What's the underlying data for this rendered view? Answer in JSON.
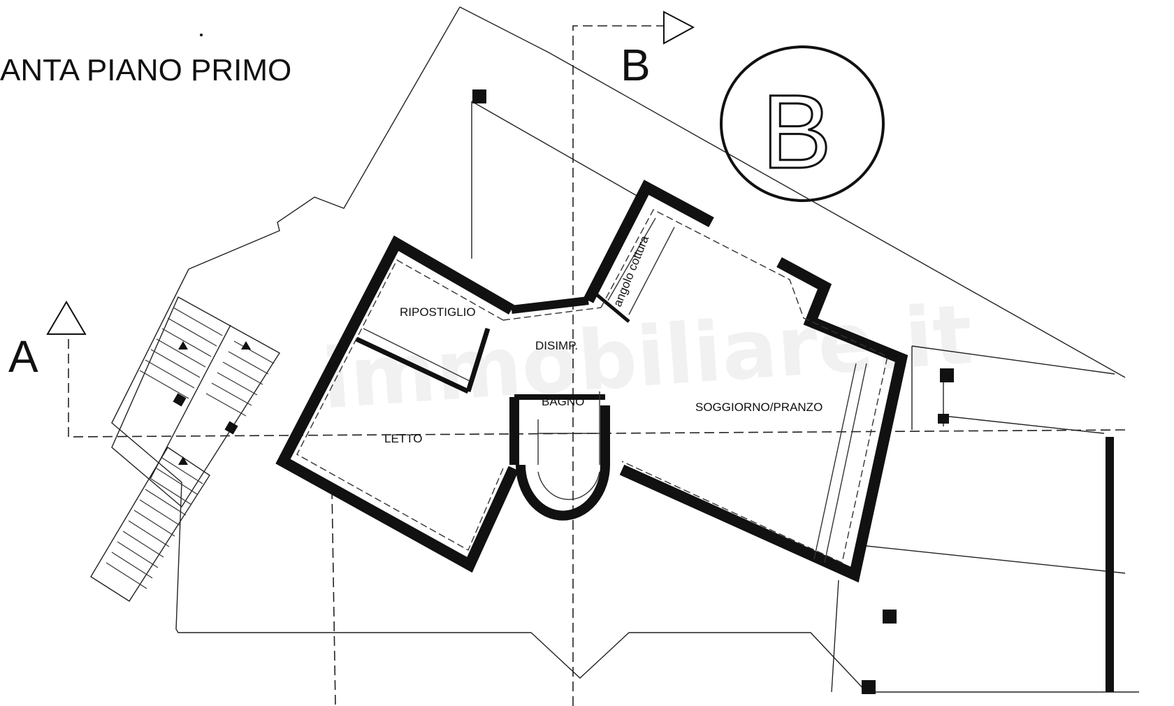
{
  "title": "ANTA PIANO PRIMO",
  "block_label": "B",
  "sections": {
    "a": "A",
    "b": "B"
  },
  "rooms": {
    "ripostiglio": "RIPOSTIGLIO",
    "disimp": "DISIMP.",
    "bagno": "BAGNO",
    "letto": "LETTO",
    "soggiorno": "SOGGIORNO/PRANZO",
    "angolo": "angolo cottura"
  },
  "watermark": "immobiliare.it"
}
